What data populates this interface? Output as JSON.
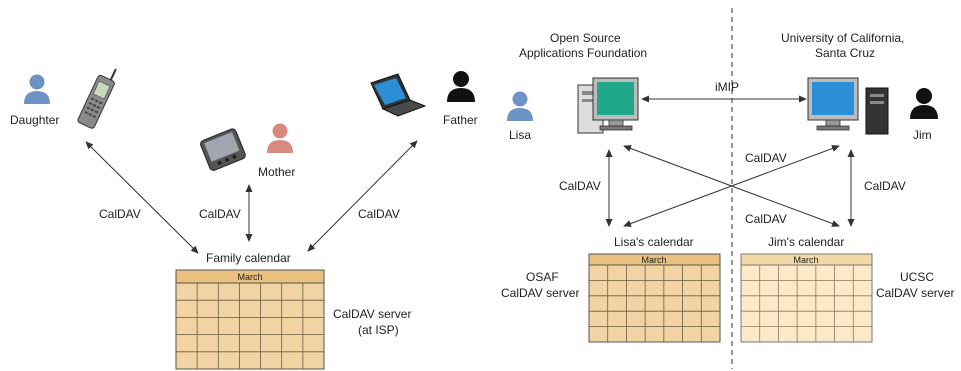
{
  "people": {
    "daughter": "Daughter",
    "mother": "Mother",
    "father": "Father",
    "lisa": "Lisa",
    "jim": "Jim"
  },
  "orgs": {
    "osaf_line1": "Open Source",
    "osaf_line2": "Applications Foundation",
    "ucsc_line1": "University of California,",
    "ucsc_line2": "Santa Cruz"
  },
  "protocols": {
    "caldav": "CalDAV",
    "imip": "iMIP"
  },
  "calendars": {
    "family": "Family calendar",
    "lisas": "Lisa's calendar",
    "jims": "Jim's calendar",
    "month": "March"
  },
  "servers": {
    "isp_line1": "CalDAV server",
    "isp_line2": "(at ISP)",
    "osaf_line1": "OSAF",
    "osaf_line2": "CalDAV server",
    "ucsc_line1": "UCSC",
    "ucsc_line2": "CalDAV server"
  },
  "colors": {
    "calendar_fill": "#f2d3a3",
    "calendar_header": "#e9c07f",
    "calendar_light_fill": "#fbe9c8",
    "calendar_light_header": "#f3d9a8",
    "person_blue": "#6c92c6",
    "person_red": "#d98a7e",
    "person_black": "#111111",
    "screen_green": "#1fa98a",
    "screen_blue": "#2a8fd6"
  }
}
